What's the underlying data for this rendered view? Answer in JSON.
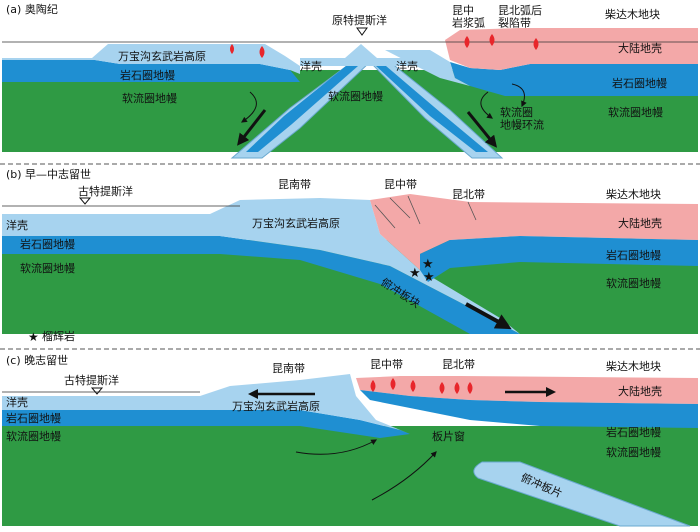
{
  "colors": {
    "oceanic_crust": "#a7d3ef",
    "lithospheric_mantle": "#1f8fd2",
    "asthenosphere": "#2f9a44",
    "continental_crust": "#f3a8a8",
    "magma": "#e8262b",
    "arrow": "#111111",
    "divider": "#555555"
  },
  "legend": {
    "eclogite_label": "榴辉岩",
    "eclogite_icon": "red-star-icon"
  },
  "panels": [
    {
      "title": "(a) 奥陶纪",
      "labels": {
        "ocean_name": "原特提斯洋",
        "kunzhong_arc": "昆中\n岩浆弧",
        "kunbei_backarc": "昆北弧后\n裂陷带",
        "qaidam_block": "柴达木地块",
        "plateau": "万宝沟玄武岩高原",
        "oceanic_crust_left": "洋壳",
        "oceanic_crust_right": "洋壳",
        "continental_crust": "大陆地壳",
        "lithosphere_left": "岩石圈地幔",
        "lithosphere_right": "岩石圈地幔",
        "asthenosphere_left": "软流圈地幔",
        "asthenosphere_mid": "软流圈地幔",
        "asthenosphere_right": "软流圈地幔",
        "mantle_flow": "软流圈\n地幔环流"
      }
    },
    {
      "title": "(b) 早—中志留世",
      "labels": {
        "ocean_name": "古特提斯洋",
        "kunnan_belt": "昆南带",
        "kunzhong_belt": "昆中带",
        "kunbei_belt": "昆北带",
        "qaidam_block": "柴达木地块",
        "oceanic_crust": "洋壳",
        "plateau": "万宝沟玄武岩高原",
        "continental_crust": "大陆地壳",
        "lithosphere_left": "岩石圈地幔",
        "lithosphere_right": "岩石圈地幔",
        "asthenosphere_left": "软流圈地幔",
        "asthenosphere_right": "软流圈地幔",
        "slab": "俯冲板块"
      }
    },
    {
      "title": "(c) 晚志留世",
      "labels": {
        "ocean_name": "古特提斯洋",
        "kunnan_belt": "昆南带",
        "kunzhong_belt": "昆中带",
        "kunbei_belt": "昆北带",
        "qaidam_block": "柴达木地块",
        "oceanic_crust": "洋壳",
        "plateau": "万宝沟玄武岩高原",
        "continental_crust": "大陆地壳",
        "lithosphere_left": "岩石圈地幔",
        "lithosphere_right": "岩石圈地幔",
        "asthenosphere_left": "软流圈地幔",
        "asthenosphere_right": "软流圈地幔",
        "slab_window": "板片窗",
        "slab": "俯冲板片"
      }
    }
  ]
}
